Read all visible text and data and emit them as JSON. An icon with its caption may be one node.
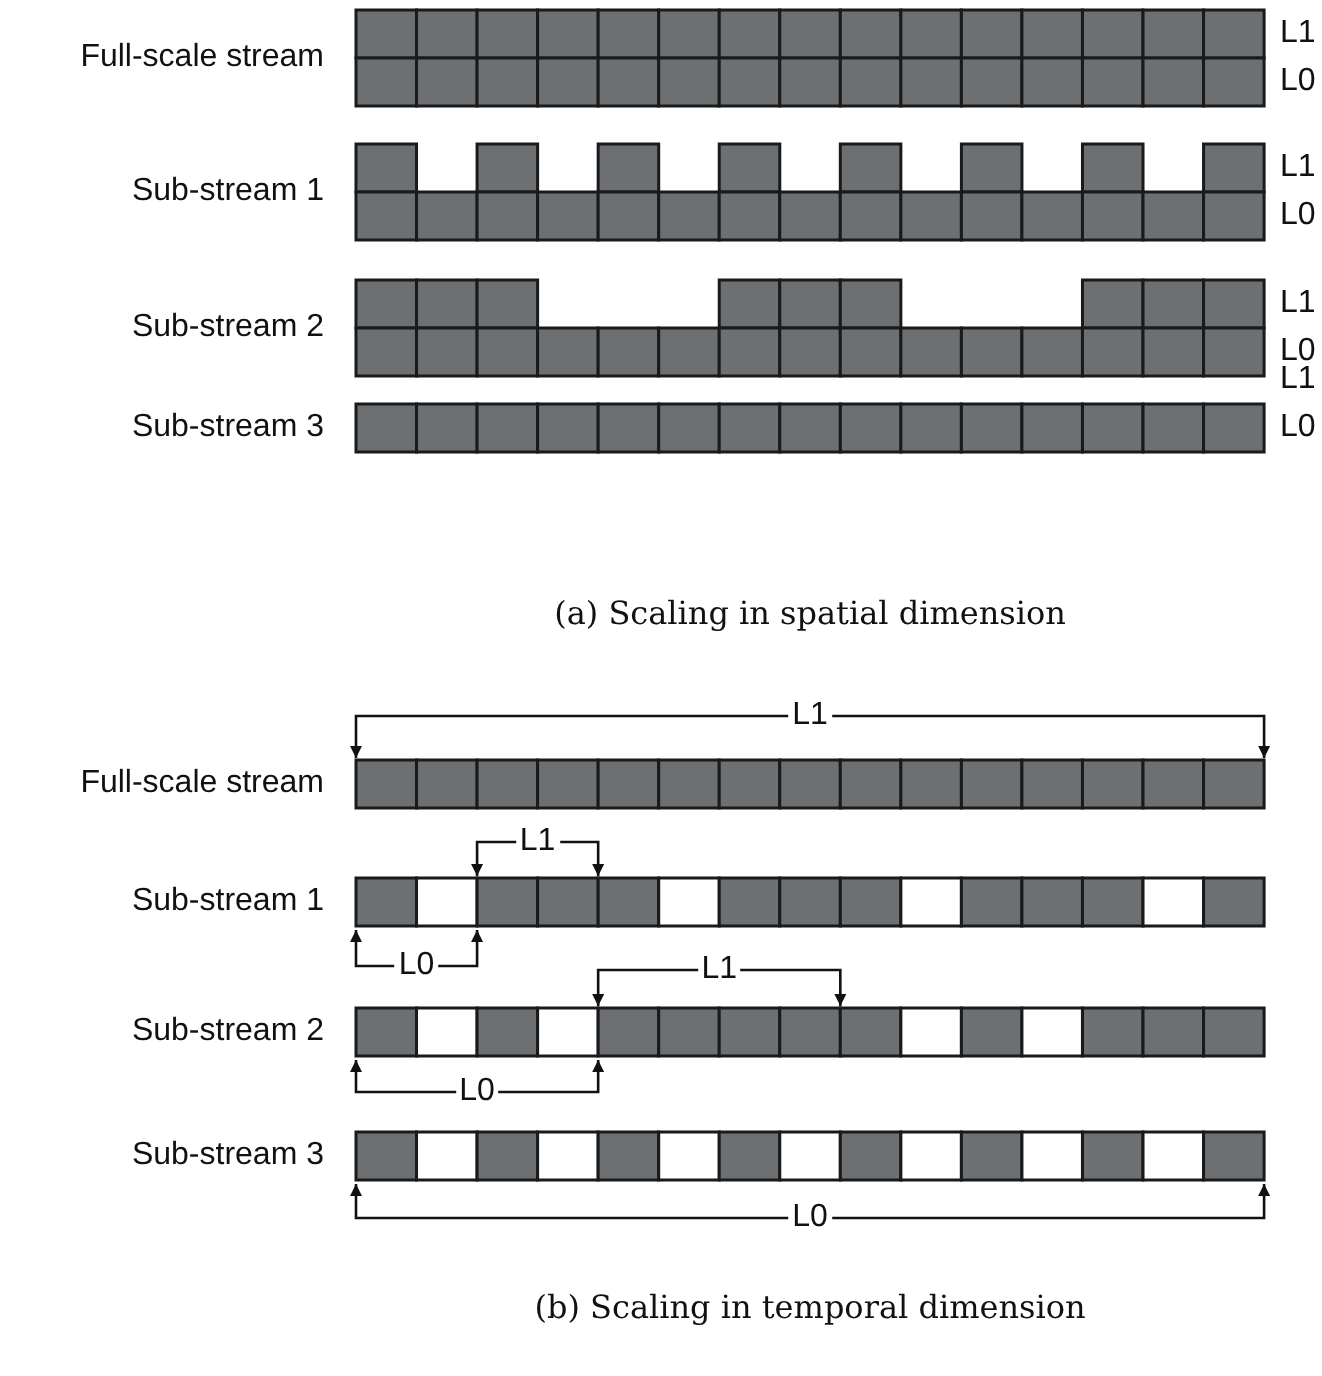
{
  "diagram": {
    "labels": [
      "Full-scale stream",
      "L1",
      "L0",
      "Sub-stream 1",
      "L1",
      "L0",
      "Sub-stream 2",
      "L1",
      "L0",
      "Sub-stream 3",
      "L1",
      "L0",
      "(a) Scaling in spatial dimension",
      "L1",
      "Full-scale stream",
      "L1",
      "Sub-stream 1",
      "L0",
      "L1",
      "Sub-stream 2",
      "L0",
      "Sub-stream 3",
      "L0",
      "(b) Scaling in temporal dimension"
    ]
  }
}
